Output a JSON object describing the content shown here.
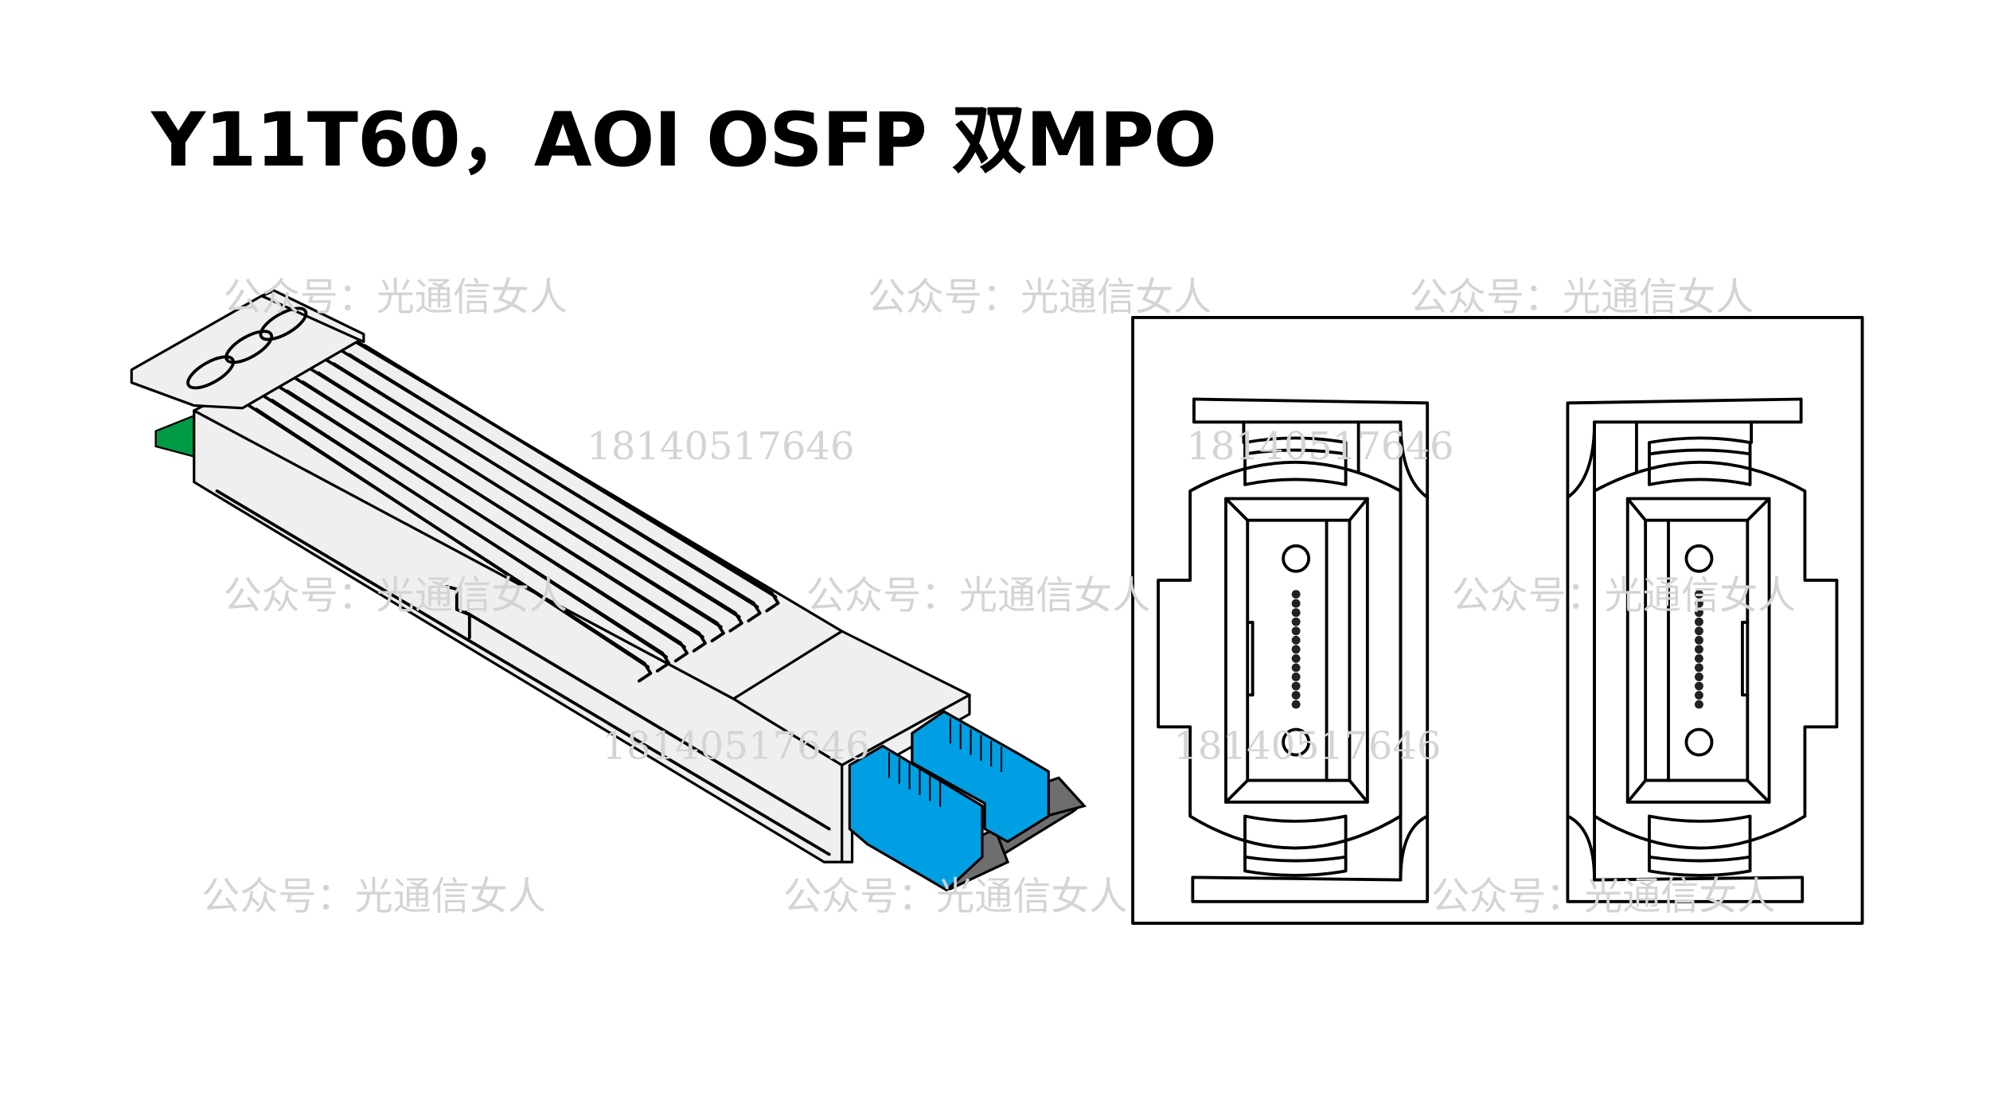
{
  "title": "Y11T60，AOI OSFP 双MPO",
  "watermark": {
    "account": "公众号：光通信女人",
    "phone": "18140517646"
  },
  "colors": {
    "connector_blue": "#009fe3",
    "pcb_green": "#009a44",
    "cable_gray": "#6e6e6e",
    "body_gray": "#efefef"
  }
}
